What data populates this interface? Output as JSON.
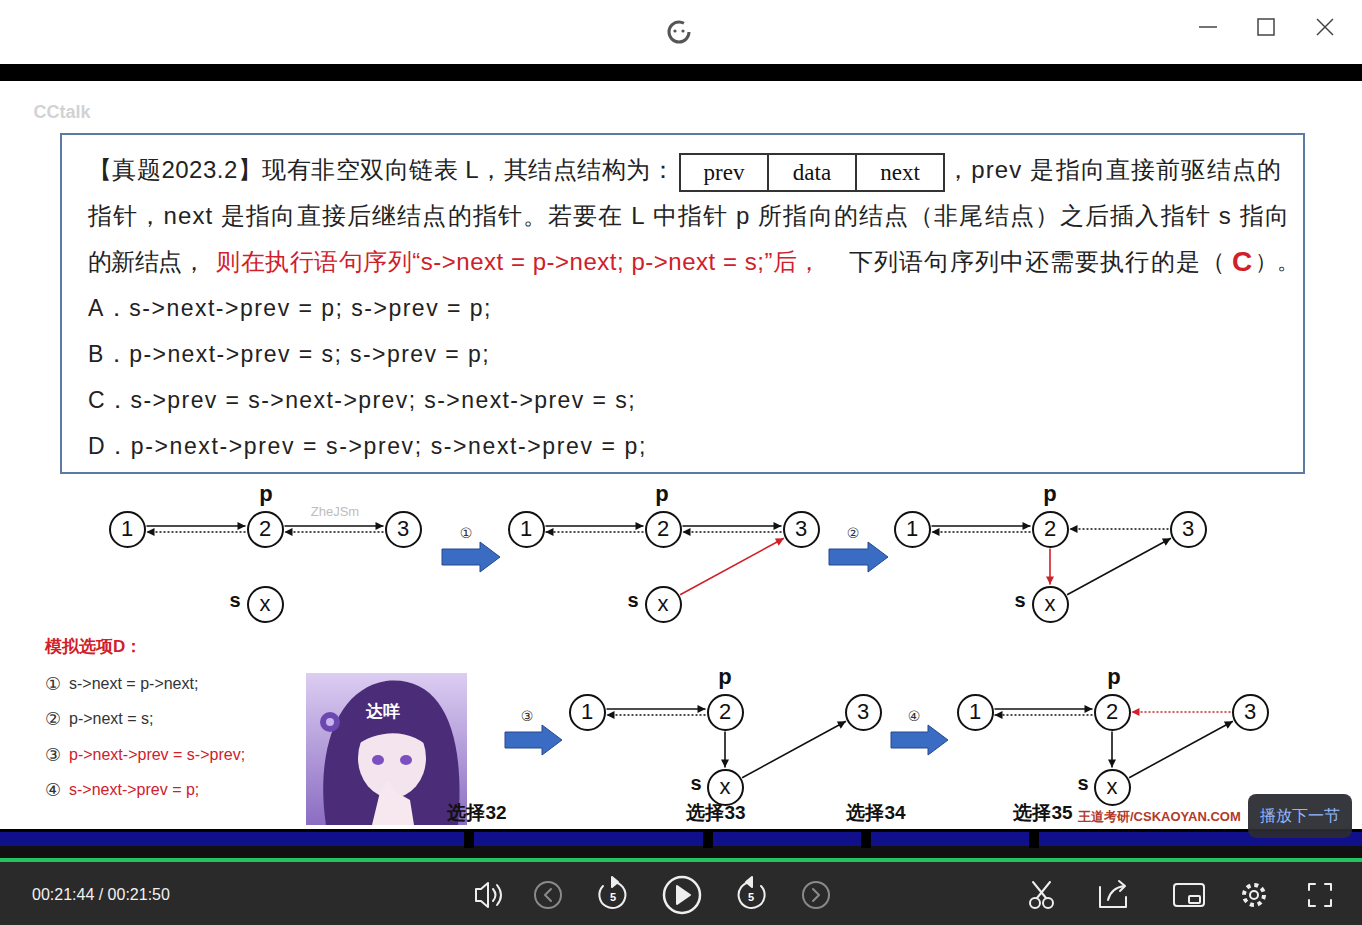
{
  "diagram": {
    "nodes": [
      {
        "text": [
          "【真题2023.2】现有非空双向链表 L，其结点结构为：",
          "，prev 是指向直接前驱结点的",
          "指针，next 是指向直接后继结点的指针。若要在 L 中指针 p 所指向的结点（非尾结点）之后插入指针 s 指向",
          "的新结点，",
          "则在执行语句序列“s->next = p->next; p->next = s;”后，",
          "下列语句序列中还需要执行的是（",
          "C",
          "）。",
          "A．s->next->prev = p; s->prev = p;",
          "B．p->next->prev = s; s->prev = p;",
          "C．s->prev = s->next->prev; s->next->prev = s;",
          "D．p->next->prev = s->prev; s->next->prev = p;"
        ]
      },
      {
        "text": [
          "prev"
        ],
        "in": 0
      },
      {
        "text": [
          "data"
        ],
        "in": 0
      },
      {
        "text": [
          "next"
        ],
        "in": 0
      },
      {
        "text": [
          "1"
        ]
      },
      {
        "text": [
          "2"
        ]
      },
      {
        "text": [
          "3"
        ]
      },
      {
        "text": [
          "x"
        ]
      },
      {
        "text": [
          "1"
        ]
      },
      {
        "text": [
          "2"
        ]
      },
      {
        "text": [
          "3"
        ]
      },
      {
        "text": [
          "x"
        ]
      },
      {
        "text": [
          "1"
        ]
      },
      {
        "text": [
          "2"
        ]
      },
      {
        "text": [
          "3"
        ]
      },
      {
        "text": [
          "x"
        ]
      },
      {
        "text": [
          "1"
        ]
      },
      {
        "text": [
          "2"
        ]
      },
      {
        "text": [
          "3"
        ]
      },
      {
        "text": [
          "x"
        ]
      },
      {
        "text": [
          "1"
        ]
      },
      {
        "text": [
          "2"
        ]
      },
      {
        "text": [
          "3"
        ]
      },
      {
        "text": [
          "x"
        ]
      },
      {
        "text": [
          "播放下一节"
        ]
      }
    ],
    "edges": [
      {
        "from": 4,
        "to": 5,
        "arrow": "to"
      },
      {
        "from": 5,
        "to": 4,
        "arrow": "to"
      },
      {
        "from": 5,
        "to": 6,
        "arrow": "to"
      },
      {
        "from": 6,
        "to": 5,
        "arrow": "to"
      },
      {
        "from": 8,
        "to": 9,
        "arrow": "to"
      },
      {
        "from": 9,
        "to": 8,
        "arrow": "to"
      },
      {
        "from": 9,
        "to": 10,
        "arrow": "to"
      },
      {
        "from": 10,
        "to": 9,
        "arrow": "to"
      },
      {
        "from": 11,
        "to": 10,
        "arrow": "to"
      },
      {
        "from": 12,
        "to": 13,
        "arrow": "to"
      },
      {
        "from": 13,
        "to": 12,
        "arrow": "to"
      },
      {
        "from": 14,
        "to": 13,
        "arrow": "to"
      },
      {
        "from": 13,
        "to": 15,
        "arrow": "to"
      },
      {
        "from": 15,
        "to": 14,
        "arrow": "to"
      },
      {
        "from": 16,
        "to": 17,
        "arrow": "to"
      },
      {
        "from": 17,
        "to": 16,
        "arrow": "to"
      },
      {
        "from": 17,
        "to": 19,
        "arrow": "to"
      },
      {
        "from": 19,
        "to": 18,
        "arrow": "to"
      },
      {
        "from": 20,
        "to": 21,
        "arrow": "to"
      },
      {
        "from": 21,
        "to": 20,
        "arrow": "to"
      },
      {
        "from": 22,
        "to": 21,
        "arrow": "to"
      },
      {
        "from": 21,
        "to": 23,
        "arrow": "to"
      },
      {
        "from": 23,
        "to": 22,
        "arrow": "to"
      }
    ],
    "labels": [
      "CCtalk",
      "p",
      "s",
      "ZheJSm",
      "①",
      "p",
      "s",
      "②",
      "p",
      "s",
      "模拟选项D：",
      "①",
      "s->next = p->next;",
      "②",
      "p->next = s;",
      "③",
      "p->next->prev = s->prev;",
      "④",
      "s->next->prev = p;",
      "达咩",
      "③",
      "p",
      "s",
      "④",
      "p",
      "s",
      "选择32",
      "选择33",
      "选择34",
      "选择35",
      "王道考研/CSKAOYAN.COM",
      "00:21:44 / 00:21:50",
      "5",
      "5"
    ]
  }
}
